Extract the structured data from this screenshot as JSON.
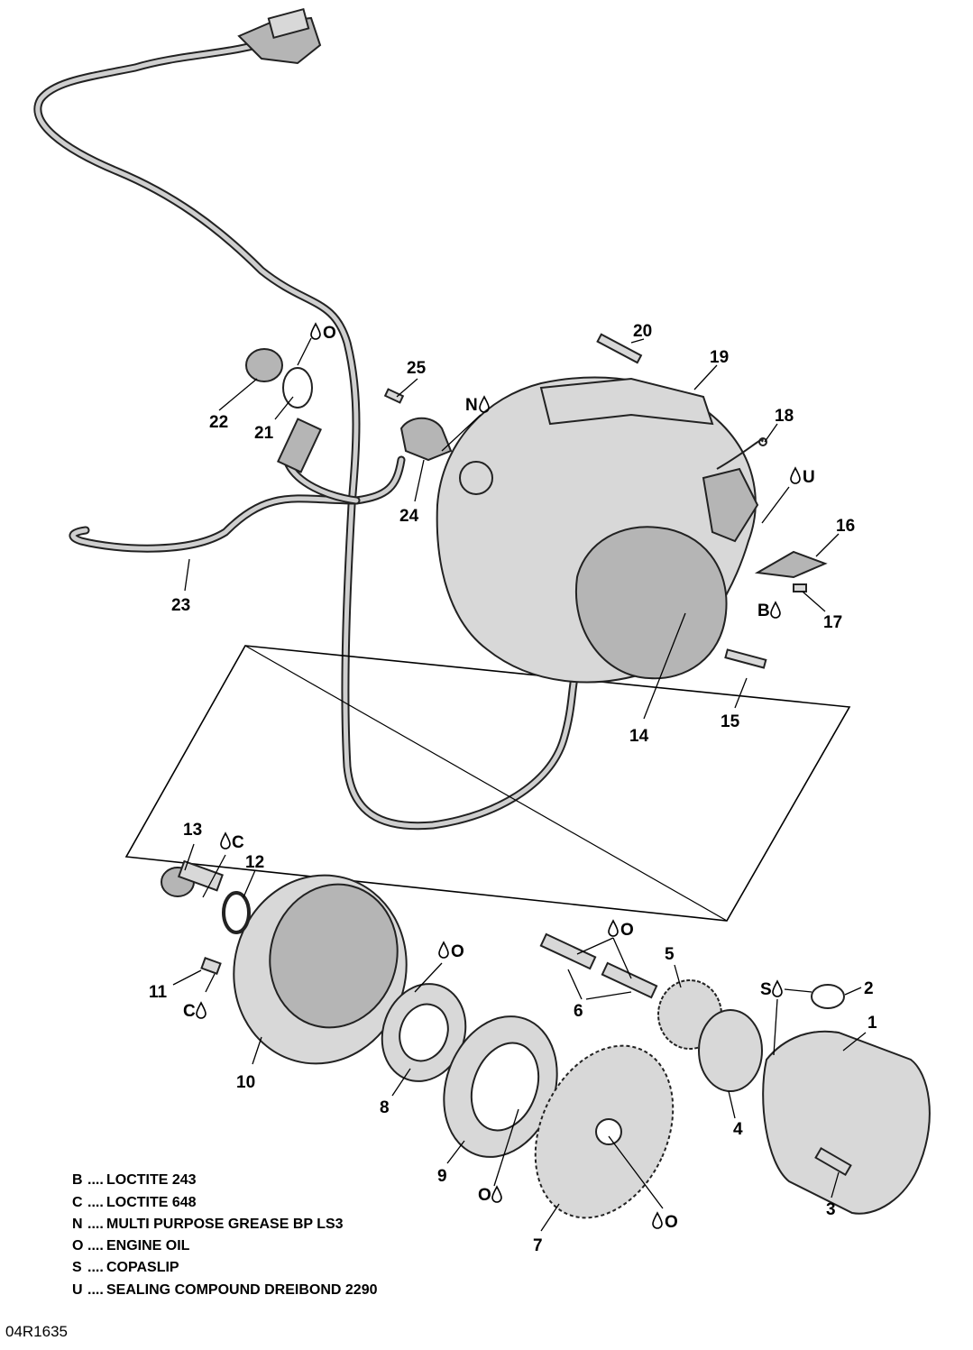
{
  "parts": [
    {
      "number": "1"
    },
    {
      "number": "2"
    },
    {
      "number": "3"
    },
    {
      "number": "4"
    },
    {
      "number": "5"
    },
    {
      "number": "6"
    },
    {
      "number": "7"
    },
    {
      "number": "8"
    },
    {
      "number": "9"
    },
    {
      "number": "10"
    },
    {
      "number": "11"
    },
    {
      "number": "12"
    },
    {
      "number": "13"
    },
    {
      "number": "14"
    },
    {
      "number": "15"
    },
    {
      "number": "16"
    },
    {
      "number": "17"
    },
    {
      "number": "18"
    },
    {
      "number": "19"
    },
    {
      "number": "20"
    },
    {
      "number": "21"
    },
    {
      "number": "22"
    },
    {
      "number": "23"
    },
    {
      "number": "24"
    },
    {
      "number": "25"
    }
  ],
  "materials": {
    "o": "O",
    "n": "N",
    "u": "U",
    "b": "B",
    "c": "C",
    "s": "S"
  },
  "legend": [
    {
      "code": "B",
      "dots": "....",
      "text": "LOCTITE 243"
    },
    {
      "code": "C",
      "dots": "....",
      "text": "LOCTITE 648"
    },
    {
      "code": "N",
      "dots": "....",
      "text": "MULTI PURPOSE GREASE BP LS3"
    },
    {
      "code": "O",
      "dots": "....",
      "text": "ENGINE OIL"
    },
    {
      "code": "S",
      "dots": "....",
      "text": "COPASLIP"
    },
    {
      "code": "U",
      "dots": "....",
      "text": "SEALING COMPOUND DREIBOND 2290"
    }
  ],
  "drawing_code": "04R1635"
}
